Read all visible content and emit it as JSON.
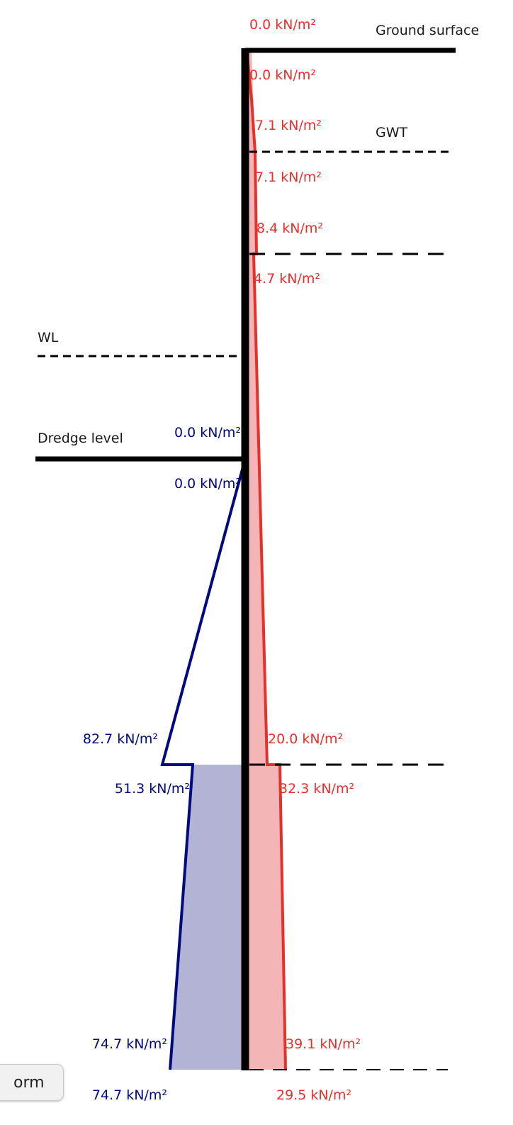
{
  "levels": {
    "ground_surface": "Ground surface",
    "gwt": "GWT",
    "wl": "WL",
    "dredge_level": "Dredge level"
  },
  "active_labels": [
    "0.0 kN/m²",
    "0.0 kN/m²",
    "7.1 kN/m²",
    "7.1 kN/m²",
    "8.4 kN/m²",
    "4.7 kN/m²",
    "20.0 kN/m²",
    "32.3 kN/m²",
    "39.1 kN/m²",
    "29.5 kN/m²"
  ],
  "passive_labels": [
    "0.0 kN/m²",
    "0.0 kN/m²",
    "82.7 kN/m²",
    "51.3 kN/m²",
    "74.7 kN/m²",
    "74.7 kN/m²"
  ],
  "button": {
    "label": "orm"
  },
  "colors": {
    "active_line": "#e8302a",
    "active_fill": "#f3b5b5",
    "passive_line": "#000a80",
    "passive_fill": "#b3b3d6",
    "wall": "#000000"
  }
}
